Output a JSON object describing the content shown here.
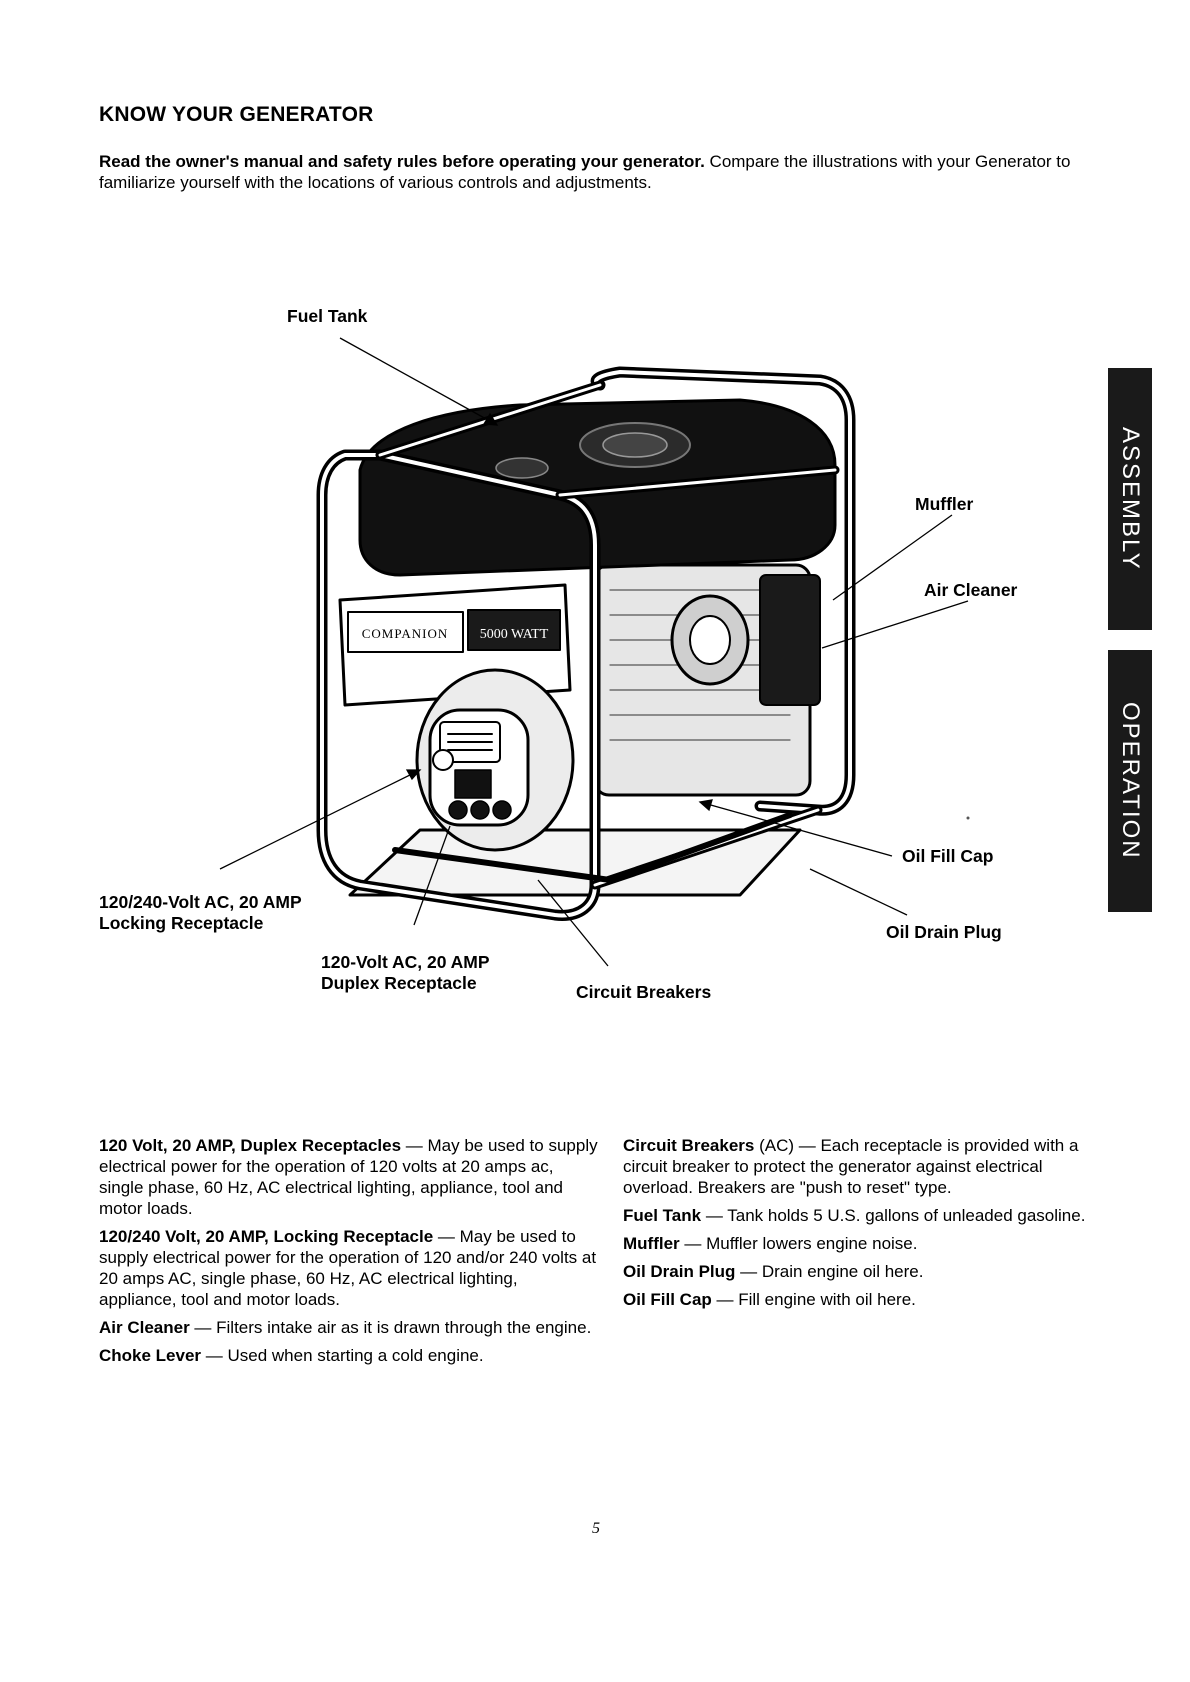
{
  "page": {
    "title": "KNOW YOUR GENERATOR",
    "intro_bold": "Read the owner's manual and safety rules before operating your generator.",
    "intro_rest": " Compare the illustrations with your Generator to familiarize yourself with the locations of various controls and adjustments.",
    "page_number": "5"
  },
  "tabs": [
    "ASSEMBLY",
    "OPERATION"
  ],
  "diagram": {
    "brand_text": "COMPANION",
    "wattage_text": "5000 WATT",
    "labels": {
      "fuel_tank": "Fuel Tank",
      "muffler": "Muffler",
      "air_cleaner": "Air Cleaner",
      "oil_fill_cap": "Oil Fill Cap",
      "oil_drain_plug": "Oil Drain Plug",
      "locking_line1": "120/240-Volt AC, 20 AMP",
      "locking_line2": "Locking Receptacle",
      "duplex_line1": "120-Volt AC, 20 AMP",
      "duplex_line2": "Duplex Receptacle",
      "circuit_breakers": "Circuit Breakers"
    }
  },
  "descriptions_left": [
    {
      "term": "120 Volt, 20 AMP, Duplex Receptacles",
      "text": " — May be used to supply electrical power for the operation of 120 volts at 20 amps ac, single phase, 60 Hz, AC electrical lighting, appliance, tool and motor loads."
    },
    {
      "term": "120/240 Volt, 20 AMP, Locking Receptacle",
      "text": " — May be used to supply electrical power for the operation of 120 and/or 240 volts at 20 amps AC, single phase, 60 Hz, AC electrical lighting, appliance, tool and motor loads."
    },
    {
      "term": "Air Cleaner",
      "text": " — Filters intake air as it is drawn through the engine."
    },
    {
      "term": "Choke Lever",
      "text": " — Used when starting a cold engine."
    }
  ],
  "descriptions_right": [
    {
      "term": "Circuit Breakers",
      "text": " (AC) — Each receptacle is provided with a circuit breaker to protect the generator against electrical overload. Breakers are \"push to reset\" type."
    },
    {
      "term": "Fuel Tank",
      "text": " — Tank holds 5 U.S. gallons of unleaded gasoline."
    },
    {
      "term": "Muffler",
      "text": " — Muffler lowers engine noise."
    },
    {
      "term": "Oil Drain Plug",
      "text": " — Drain engine oil here."
    },
    {
      "term": "Oil Fill Cap",
      "text": " — Fill engine with oil here."
    }
  ]
}
